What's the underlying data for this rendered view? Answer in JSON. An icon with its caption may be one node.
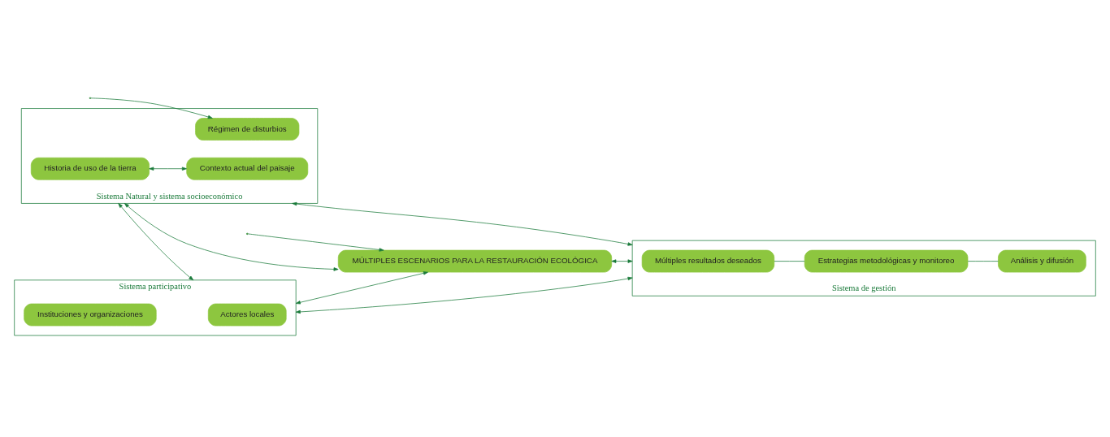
{
  "diagram": {
    "nodes": [
      {
        "text": [
          "Sistema Natural y sistema socioeconómico"
        ]
      },
      {
        "text": [
          "Historia de uso de la tierra"
        ],
        "in": 0
      },
      {
        "text": [
          "Régimen de disturbios"
        ],
        "in": 0
      },
      {
        "text": [
          "Contexto actual del paisaje"
        ],
        "in": 0
      },
      {
        "text": [
          "Sistema participativo"
        ]
      },
      {
        "text": [
          "Actores locales"
        ],
        "in": 4
      },
      {
        "text": [
          "Instituciones y organizaciones"
        ],
        "in": 4
      },
      {
        "text": [
          "MÚLTIPLES ESCENARIOS PARA LA RESTAURACIÓN ECOLÓGICA"
        ]
      },
      {
        "text": [
          "Sistema de gestión"
        ]
      },
      {
        "text": [
          "Múltiples resultados deseados"
        ],
        "in": 8
      },
      {
        "text": [
          "Estrategias metodológicas y monitoreo"
        ],
        "in": 8
      },
      {
        "text": [
          "Análisis y difusión"
        ],
        "in": 8
      }
    ],
    "edges": [
      {
        "from": 1,
        "to": 3,
        "arrow": "both"
      },
      {
        "from": null,
        "to": 2,
        "arrow": "to"
      },
      {
        "from": 0,
        "to": 4,
        "arrow": "both"
      },
      {
        "from": 0,
        "to": 7,
        "arrow": "both"
      },
      {
        "from": 0,
        "to": 8,
        "arrow": "both"
      },
      {
        "from": 4,
        "to": 7,
        "arrow": "both"
      },
      {
        "from": 7,
        "to": 8,
        "arrow": "both"
      },
      {
        "from": 4,
        "to": 8,
        "arrow": "both"
      },
      {
        "from": null,
        "to": 7,
        "arrow": "to"
      },
      {
        "from": 9,
        "to": 10,
        "arrow": "none"
      },
      {
        "from": 10,
        "to": 11,
        "arrow": "none"
      }
    ]
  }
}
